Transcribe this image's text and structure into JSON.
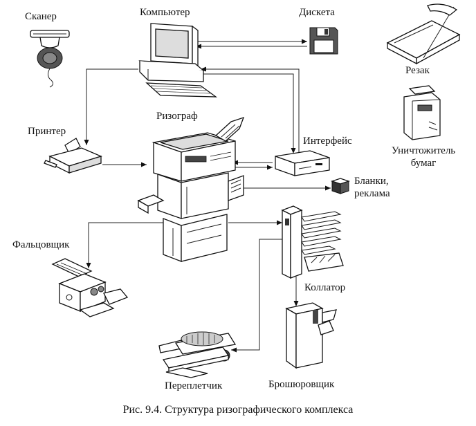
{
  "figure": {
    "caption": "Рис. 9.4. Структура ризографического комплекса"
  },
  "devices": {
    "scanner": "Сканер",
    "computer": "Компьютер",
    "diskette": "Дискета",
    "cutter": "Резак",
    "shredder_line1": "Уничтожитель",
    "shredder_line2": "бумаг",
    "printer": "Принтер",
    "risograph": "Ризограф",
    "interface": "Интерфейс",
    "forms_line1": "Бланки,",
    "forms_line2": "реклама",
    "folder": "Фальцовщик",
    "collator": "Коллатор",
    "binder": "Переплетчик",
    "stapler": "Брошюровщик"
  }
}
